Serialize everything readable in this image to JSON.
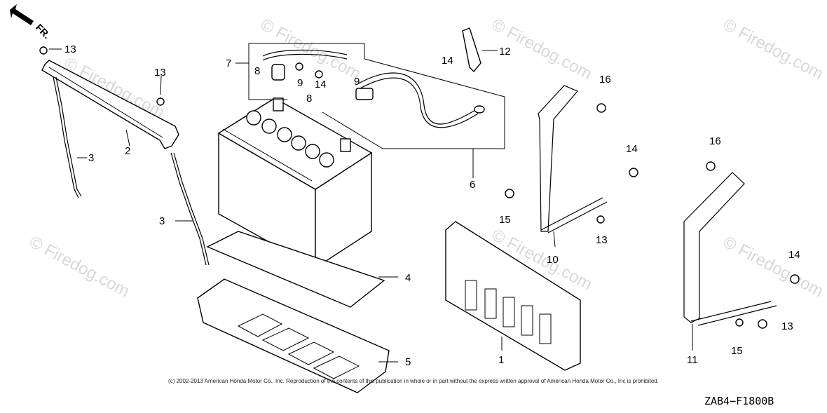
{
  "direction_label": "FR.",
  "watermark": "© Firedog.com",
  "callouts": [
    "1",
    "2",
    "3",
    "3",
    "4",
    "5",
    "6",
    "7",
    "8",
    "8",
    "9",
    "9",
    "10",
    "11",
    "12",
    "13",
    "13",
    "13",
    "13",
    "14",
    "14",
    "14",
    "14",
    "15",
    "15",
    "16",
    "16"
  ],
  "copyright": "(c) 2002-2013 American Honda Motor Co., Inc. Reproduction of the contents of this publication in whole or in part without the express written approval of American Honda Motor Co., Inc is prohibited.",
  "part_code": "ZAB4−F1800B",
  "colors": {
    "line": "#000000",
    "watermark": "#d8d8d8",
    "background": "#ffffff"
  },
  "icons": [
    "direction-arrow-icon"
  ]
}
